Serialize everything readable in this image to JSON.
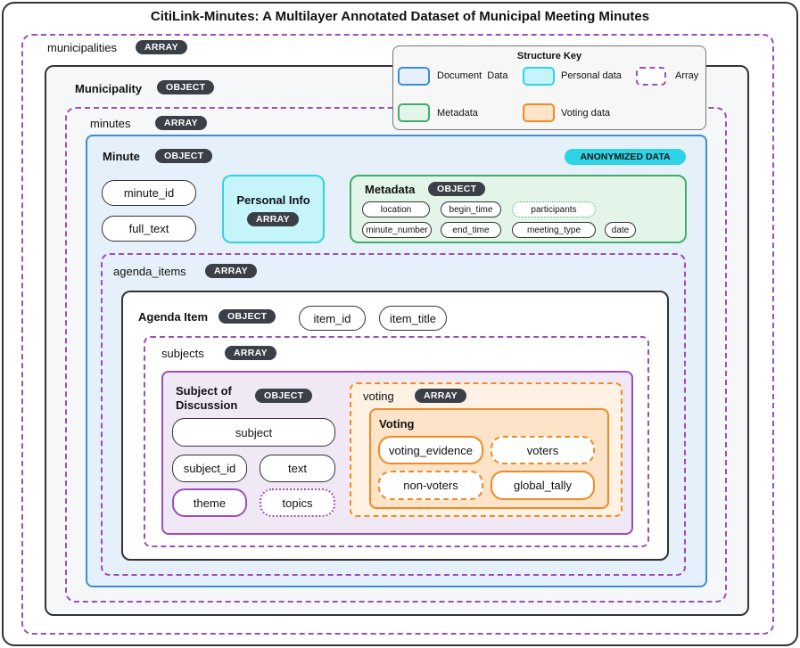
{
  "title": "CitiLink-Minutes: A Multilayer Annotated Dataset of Municipal Meeting Minutes",
  "key": {
    "title": "Structure Key",
    "document_data": "Document  Data",
    "personal_data": "Personal data",
    "array": "Array",
    "metadata": "Metadata",
    "voting_data": "Voting data",
    "colors": {
      "document": "#3a8fd4",
      "personal": "#2fd3e6",
      "array": "#9b4dbb",
      "metadata": "#3fae6a",
      "voting": "#f08a25"
    }
  },
  "municipalities": {
    "label": "municipalities",
    "badge": "ARRAY"
  },
  "municipality": {
    "label": "Municipality",
    "badge": "OBJECT"
  },
  "minutes": {
    "label": "minutes",
    "badge": "ARRAY"
  },
  "minute": {
    "label": "Minute",
    "badge": "OBJECT",
    "anonymized": "ANONYMIZED DATA",
    "fields": {
      "minute_id": "minute_id",
      "full_text": "full_text"
    }
  },
  "personal_info": {
    "label": "Personal Info",
    "badge": "ARRAY"
  },
  "metadata": {
    "label": "Metadata",
    "badge": "OBJECT",
    "fields": {
      "location": "location",
      "begin_time": "begin_time",
      "participants": "participants",
      "minute_number": "minute_number",
      "end_time": "end_time",
      "meeting_type": "meeting_type",
      "date": "date"
    }
  },
  "agenda_items": {
    "label": "agenda_items",
    "badge": "ARRAY"
  },
  "agenda_item": {
    "label": "Agenda Item",
    "badge": "OBJECT",
    "fields": {
      "item_id": "item_id",
      "item_title": "item_title"
    }
  },
  "subjects": {
    "label": "subjects",
    "badge": "ARRAY"
  },
  "subject_of_discussion": {
    "label_line1": "Subject of",
    "label_line2": "Discussion",
    "badge": "OBJECT",
    "fields": {
      "subject": "subject",
      "subject_id": "subject_id",
      "text": "text",
      "theme": "theme",
      "topics": "topics"
    }
  },
  "voting_array": {
    "label": "voting",
    "badge": "ARRAY"
  },
  "voting": {
    "label": "Voting",
    "fields": {
      "voting_evidence": "voting_evidence",
      "voters": "voters",
      "non_voters": "non-voters",
      "global_tally": "global_tally"
    }
  }
}
